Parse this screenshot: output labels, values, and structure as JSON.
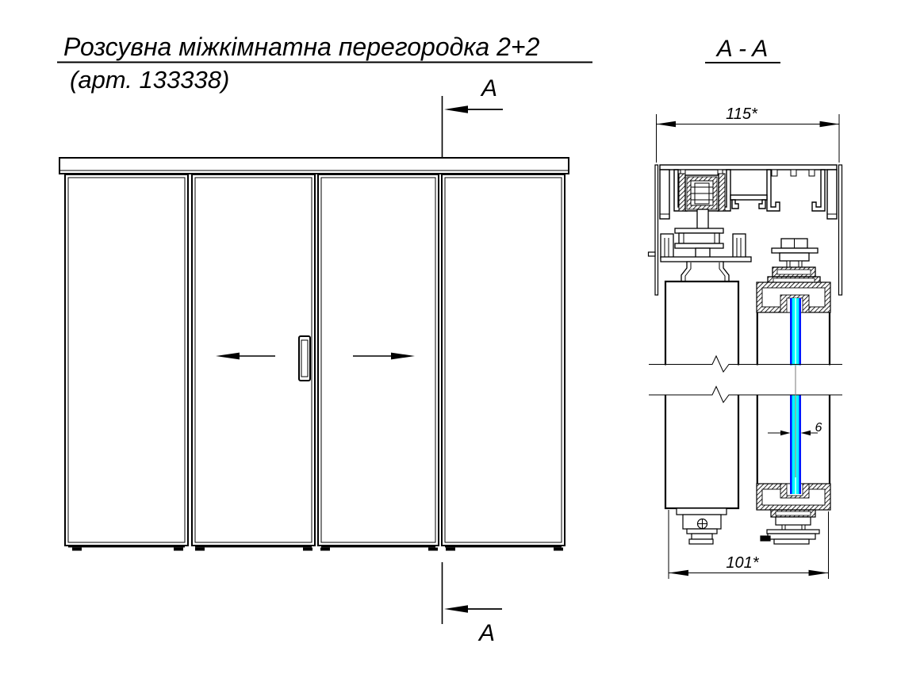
{
  "drawing": {
    "title": "Розсувна міжкімнатна перегородка 2+2",
    "subtitle": "(арт. 133338)",
    "section_label": "A - A",
    "cut_marker_top": "A",
    "cut_marker_bottom": "A"
  },
  "dimensions": {
    "overall_depth": "115*",
    "door_unit_depth": "101*",
    "glass_thickness": "6"
  },
  "colors": {
    "line": "#000000",
    "glass_fill": "#00ffff",
    "glass_edge": "#0018ff",
    "centerline": "#7a7a7a",
    "background": "#ffffff"
  }
}
